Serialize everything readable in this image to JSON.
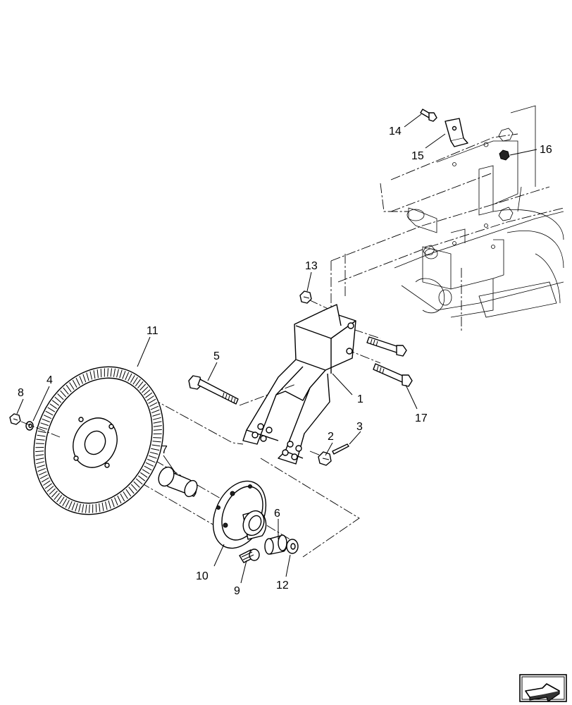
{
  "callouts": [
    {
      "id": "c1",
      "label": "1"
    },
    {
      "id": "c2",
      "label": "2"
    },
    {
      "id": "c3",
      "label": "3"
    },
    {
      "id": "c4",
      "label": "4"
    },
    {
      "id": "c5",
      "label": "5"
    },
    {
      "id": "c6",
      "label": "6"
    },
    {
      "id": "c7",
      "label": "7"
    },
    {
      "id": "c8",
      "label": "8"
    },
    {
      "id": "c9",
      "label": "9"
    },
    {
      "id": "c10",
      "label": "10"
    },
    {
      "id": "c11",
      "label": "11"
    },
    {
      "id": "c12",
      "label": "12"
    },
    {
      "id": "c13",
      "label": "13"
    },
    {
      "id": "c14",
      "label": "14"
    },
    {
      "id": "c15",
      "label": "15"
    },
    {
      "id": "c16",
      "label": "16"
    },
    {
      "id": "c17",
      "label": "17"
    }
  ],
  "icons": {
    "nav_button": "arrow-next-icon"
  }
}
